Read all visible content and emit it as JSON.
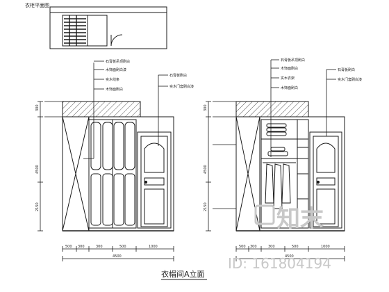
{
  "top_view": {
    "label": "衣柜平面图"
  },
  "left_elevation": {
    "callouts": [
      "石膏板吊顶刷白",
      "木饰面刷白漆",
      "实木线条",
      "木饰面刷白",
      "石膏板刷白",
      "实木门套刷白漆"
    ],
    "dims_left": [
      "300",
      "4500",
      "2150"
    ],
    "dims_bottom": [
      "500",
      "300",
      "300",
      "500",
      "1000",
      "4500"
    ]
  },
  "right_elevation": {
    "callouts": [
      "石膏板吊顶刷白",
      "木饰面刷白",
      "实木衣架",
      "木饰面刷白",
      "石膏板刷白",
      "实木门套刷白漆"
    ],
    "dims_left": [
      "300",
      "4500",
      "2150"
    ],
    "dims_bottom": [
      "500",
      "300",
      "300",
      "500",
      "1000",
      "4500"
    ]
  },
  "caption": {
    "title": "衣帽间A立面"
  },
  "watermark": {
    "logo_text": "知末",
    "id_text": "ID: 161804194"
  },
  "colors": {
    "line": "#1a1a1a",
    "hatch": "#555555",
    "watermark": "#c8c8c8"
  }
}
